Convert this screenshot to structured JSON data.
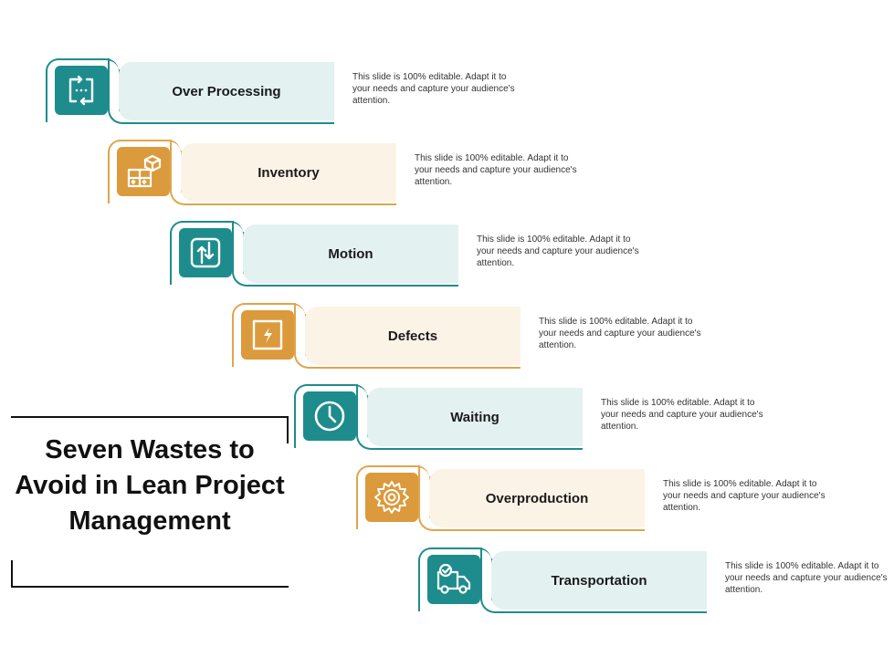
{
  "title": "Seven Wastes to Avoid in Lean Project Management",
  "colors": {
    "teal": "#1e8c8c",
    "orange": "#db9a3c",
    "teal_light": "#e4f1f1",
    "orange_light": "#fcf3e7"
  },
  "steps": [
    {
      "label": "Over Processing",
      "icon": "refresh-cycle-icon",
      "color": "teal",
      "description": "This slide is 100% editable. Adapt it to your needs and capture your audience's attention."
    },
    {
      "label": "Inventory",
      "icon": "boxes-icon",
      "color": "orange",
      "description": "This slide is 100% editable. Adapt it to your needs and capture your audience's attention."
    },
    {
      "label": "Motion",
      "icon": "up-down-arrows-icon",
      "color": "teal",
      "description": "This slide is 100% editable. Adapt it to your needs and capture your audience's attention."
    },
    {
      "label": "Defects",
      "icon": "broken-frame-icon",
      "color": "orange",
      "description": "This slide is 100% editable. Adapt it to your needs and capture your audience's attention."
    },
    {
      "label": "Waiting",
      "icon": "clock-icon",
      "color": "teal",
      "description": "This slide is 100% editable. Adapt it to your needs and capture your audience's attention."
    },
    {
      "label": "Overproduction",
      "icon": "gear-icon",
      "color": "orange",
      "description": "This slide is 100% editable. Adapt it to your needs and capture your audience's attention."
    },
    {
      "label": "Transportation",
      "icon": "delivery-truck-icon",
      "color": "teal",
      "description": "This slide is 100% editable. Adapt it to your needs and capture your audience's attention."
    }
  ]
}
